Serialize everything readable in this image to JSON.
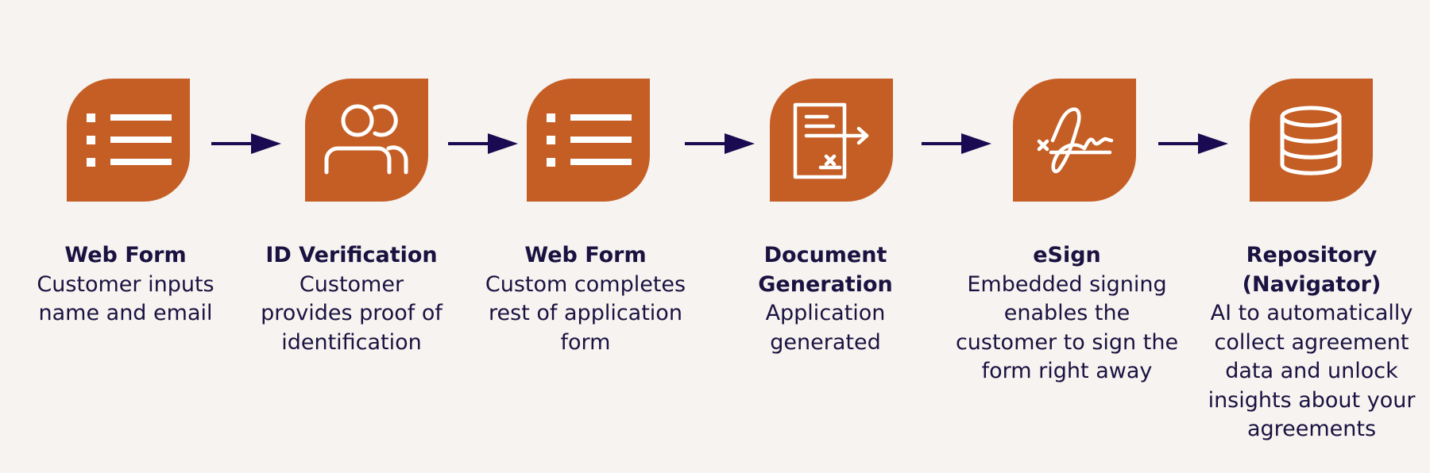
{
  "colors": {
    "background": "#f6f3f0",
    "tile": "#c55e25",
    "arrow": "#1a0a52",
    "text": "#1a1240"
  },
  "steps": [
    {
      "icon": "list-icon",
      "title": "Web Form",
      "desc": "Customer inputs name and email"
    },
    {
      "icon": "users-icon",
      "title": "ID Verification",
      "desc": "Customer provides proof of identification"
    },
    {
      "icon": "list-icon",
      "title": "Web Form",
      "desc": "Custom completes rest of application form"
    },
    {
      "icon": "document-icon",
      "title": "Document Generation",
      "desc": "Application generated"
    },
    {
      "icon": "signature-icon",
      "title": "eSign",
      "desc": "Embedded signing enables the customer to sign the form right away"
    },
    {
      "icon": "database-icon",
      "title": "Repository (Navigator)",
      "desc": "AI to automatically collect agreement data and unlock insights about your agreements"
    }
  ]
}
